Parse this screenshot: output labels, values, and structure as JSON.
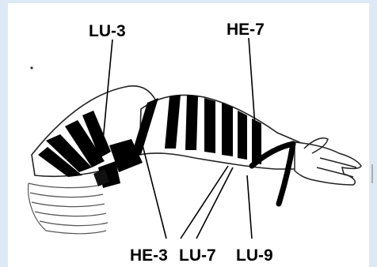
{
  "labels": {
    "lu3": "LU-3",
    "he7": "HE-7",
    "he3": "HE-3",
    "lu7": "LU-7",
    "lu9": "LU-9"
  },
  "colors": {
    "background": "#ddeaf6",
    "panel": "#ffffff",
    "ink": "#000000"
  }
}
